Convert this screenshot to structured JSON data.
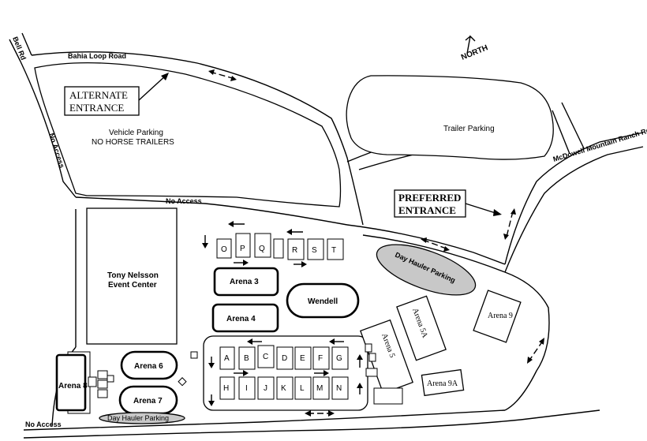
{
  "roads": {
    "bell_rd": "Bell Rd",
    "bahia_loop": "Bahia Loop Road",
    "mcdowell": "McDowell Mountain Ranch Rd"
  },
  "compass": {
    "north": "NORTH"
  },
  "access": {
    "no_access_left": "No Access",
    "no_access_mid": "No Access",
    "no_access_bottom": "No Access"
  },
  "entrances": {
    "alternate": [
      "ALTERNATE",
      "ENTRANCE"
    ],
    "preferred": [
      "PREFERRED",
      "ENTRANCE"
    ]
  },
  "parking": {
    "vehicle": [
      "Vehicle Parking",
      "NO HORSE TRAILERS"
    ],
    "trailer": "Trailer Parking",
    "day_hauler_large": "Day Hauler Parking",
    "day_hauler_small": "Day Hauler Parking"
  },
  "buildings": {
    "event_center": [
      "Tony Nelsson",
      "Event Center"
    ],
    "wendell": "Wendell"
  },
  "arenas": {
    "a3": "Arena 3",
    "a4": "Arena 4",
    "a5": "Arena 5",
    "a5a": "Arena 5A",
    "a6": "Arena 6",
    "a7": "Arena 7",
    "a8": "Arena 8",
    "a9": "Arena 9",
    "a9a": "Arena 9A"
  },
  "stalls": {
    "top_row": [
      "O",
      "P",
      "Q",
      "R",
      "S",
      "T"
    ],
    "row_1": [
      "A",
      "B",
      "C",
      "D",
      "E",
      "F",
      "G"
    ],
    "row_2": [
      "H",
      "I",
      "J",
      "K",
      "L",
      "M",
      "N"
    ]
  }
}
